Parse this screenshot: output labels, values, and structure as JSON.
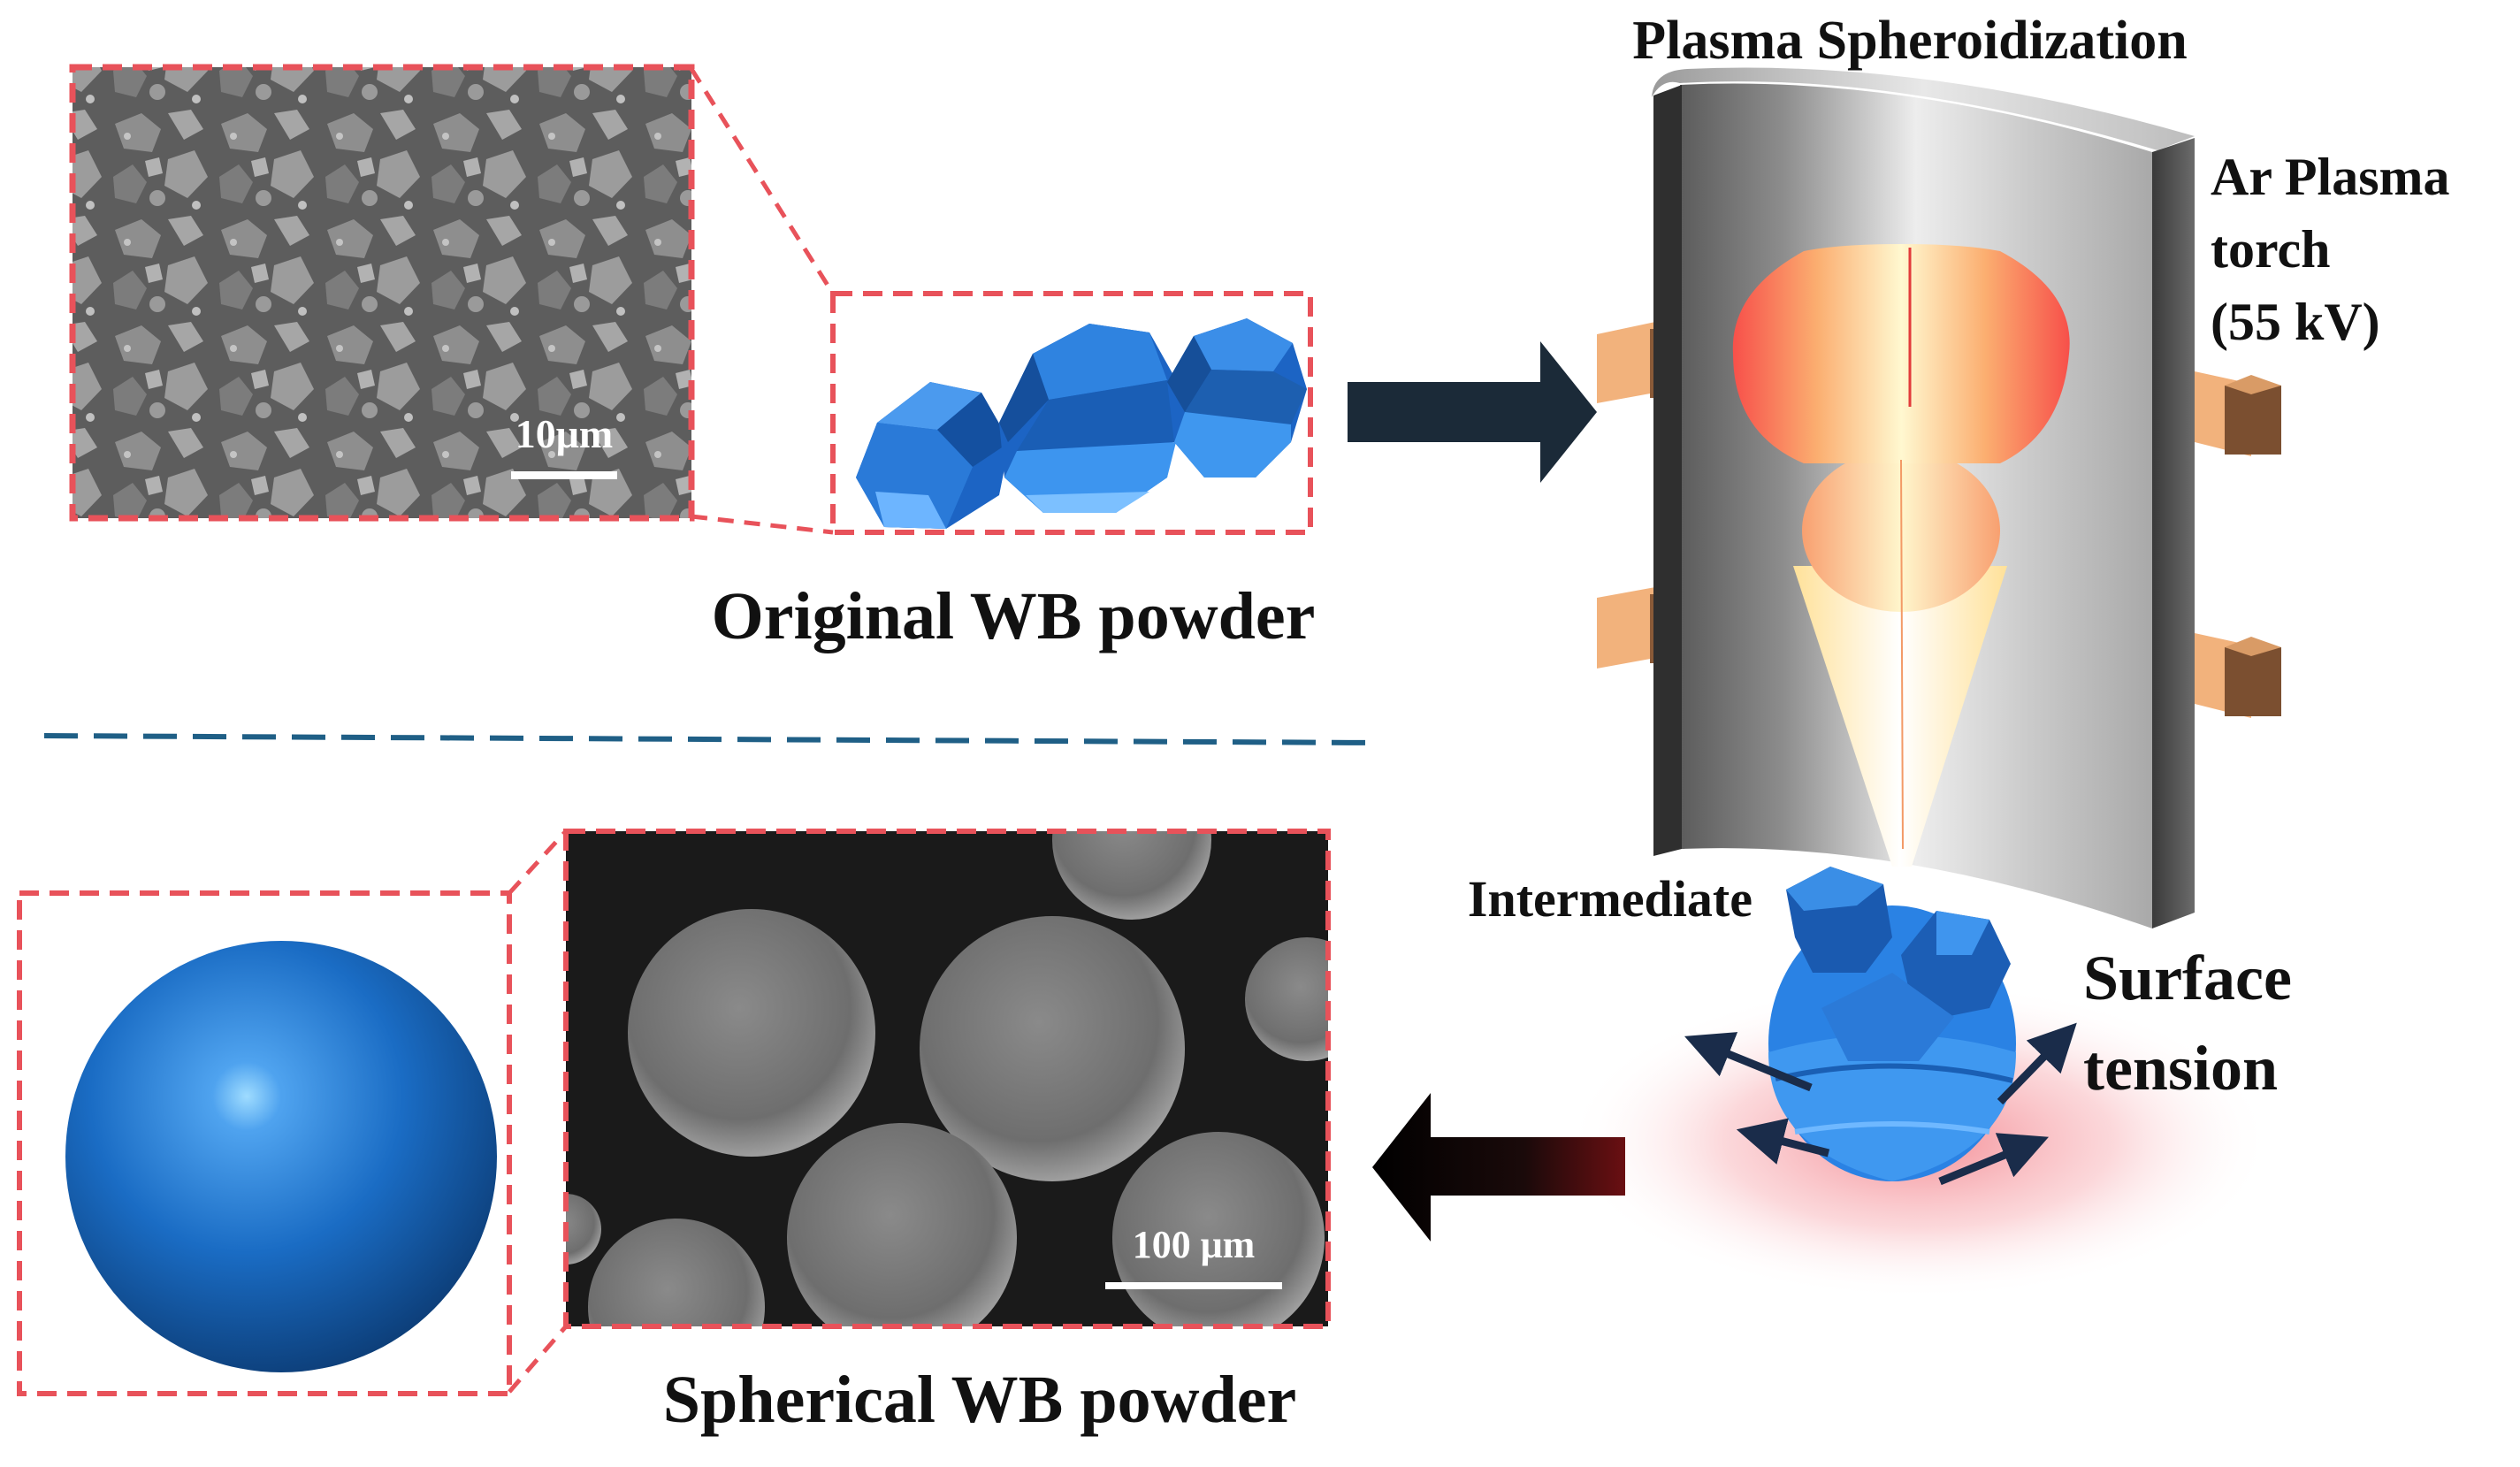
{
  "labels": {
    "plasma_title": "Plasma Spheroidization",
    "torch_line1": "Ar Plasma",
    "torch_line2": "torch",
    "torch_line3": "(55 kV)",
    "original_caption": "Original WB powder",
    "spherical_caption": "Spherical WB powder",
    "intermediate": "Intermediate",
    "surface_line1": "Surface",
    "surface_line2": "tension",
    "scale_top": "10μm",
    "scale_bottom": "100 μm"
  },
  "colors": {
    "dashed_border": "#e8525a",
    "divider": "#1f5f86",
    "arrow_dark": "#1b2a38",
    "particle_blue": "#1f6fd0",
    "sphere_blue": "#1866b8",
    "chamber_gray": "#9a9a9a",
    "plasma_orange": "#f5604a",
    "plasma_yellow": "#fff6c8",
    "electrode_light": "#f0b078",
    "electrode_dark": "#8a5a38"
  }
}
